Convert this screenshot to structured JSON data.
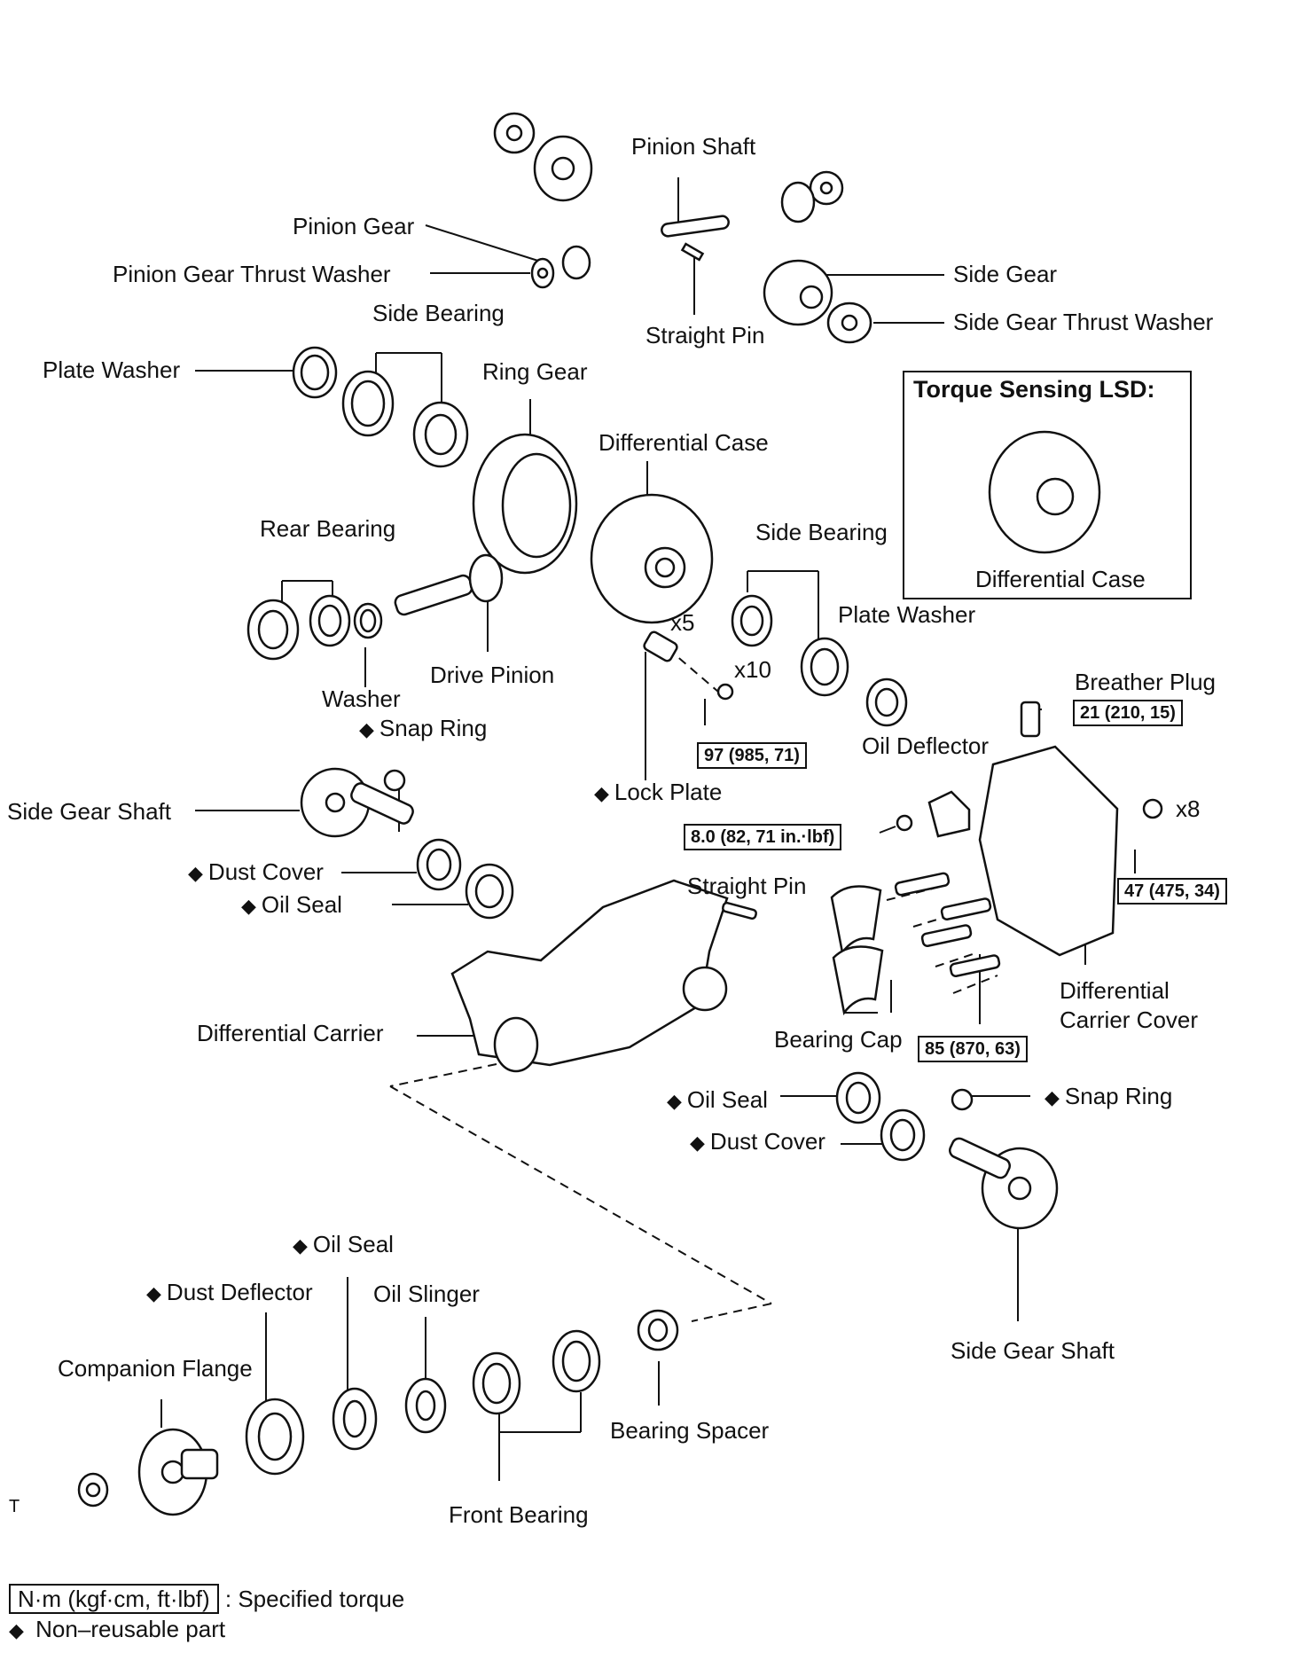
{
  "labels": {
    "pinion_shaft": "Pinion Shaft",
    "pinion_gear": "Pinion Gear",
    "pinion_gear_thrust_washer": "Pinion Gear Thrust Washer",
    "side_gear": "Side Gear",
    "side_gear_thrust_washer": "Side Gear Thrust Washer",
    "straight_pin_top": "Straight Pin",
    "side_bearing_left": "Side Bearing",
    "plate_washer_left": "Plate Washer",
    "ring_gear": "Ring Gear",
    "differential_case": "Differential Case",
    "rear_bearing": "Rear Bearing",
    "side_bearing_right": "Side Bearing",
    "plate_washer_right": "Plate Washer",
    "drive_pinion": "Drive Pinion",
    "washer": "Washer",
    "snap_ring_left": "Snap Ring",
    "lock_plate": "Lock Plate",
    "side_gear_shaft_left": "Side Gear Shaft",
    "dust_cover_left": "Dust Cover",
    "oil_seal_left": "Oil Seal",
    "straight_pin_mid": "Straight Pin",
    "breather_plug": "Breather Plug",
    "oil_deflector": "Oil Deflector",
    "differential_carrier": "Differential Carrier",
    "bearing_cap": "Bearing Cap",
    "differential_carrier_cover_1": "Differential",
    "differential_carrier_cover_2": "Carrier Cover",
    "oil_seal_right": "Oil Seal",
    "dust_cover_right": "Dust Cover",
    "snap_ring_right": "Snap Ring",
    "side_gear_shaft_right": "Side Gear Shaft",
    "oil_seal_front": "Oil Seal",
    "dust_deflector": "Dust Deflector",
    "oil_slinger": "Oil Slinger",
    "companion_flange": "Companion Flange",
    "bearing_spacer": "Bearing Spacer",
    "front_bearing": "Front Bearing",
    "x5": "x5",
    "x10": "x10",
    "x8": "x8",
    "corner_mark": "T"
  },
  "torque_specs": {
    "lock_plate_bolt": "97 (985, 71)",
    "breather_plug": "21 (210, 15)",
    "oil_deflector_bolt": "8.0 (82, 71 in.·lbf)",
    "cover_bolt": "47 (475, 34)",
    "bearing_cap_bolt": "85 (870, 63)"
  },
  "inset": {
    "title": "Torque Sensing LSD:",
    "label": "Differential Case"
  },
  "legend": {
    "torque_unit": "N·m (kgf·cm, ft·lbf)",
    "torque_text": ": Specified torque",
    "nonreusable_symbol": "◆",
    "nonreusable_text": "Non–reusable part"
  }
}
